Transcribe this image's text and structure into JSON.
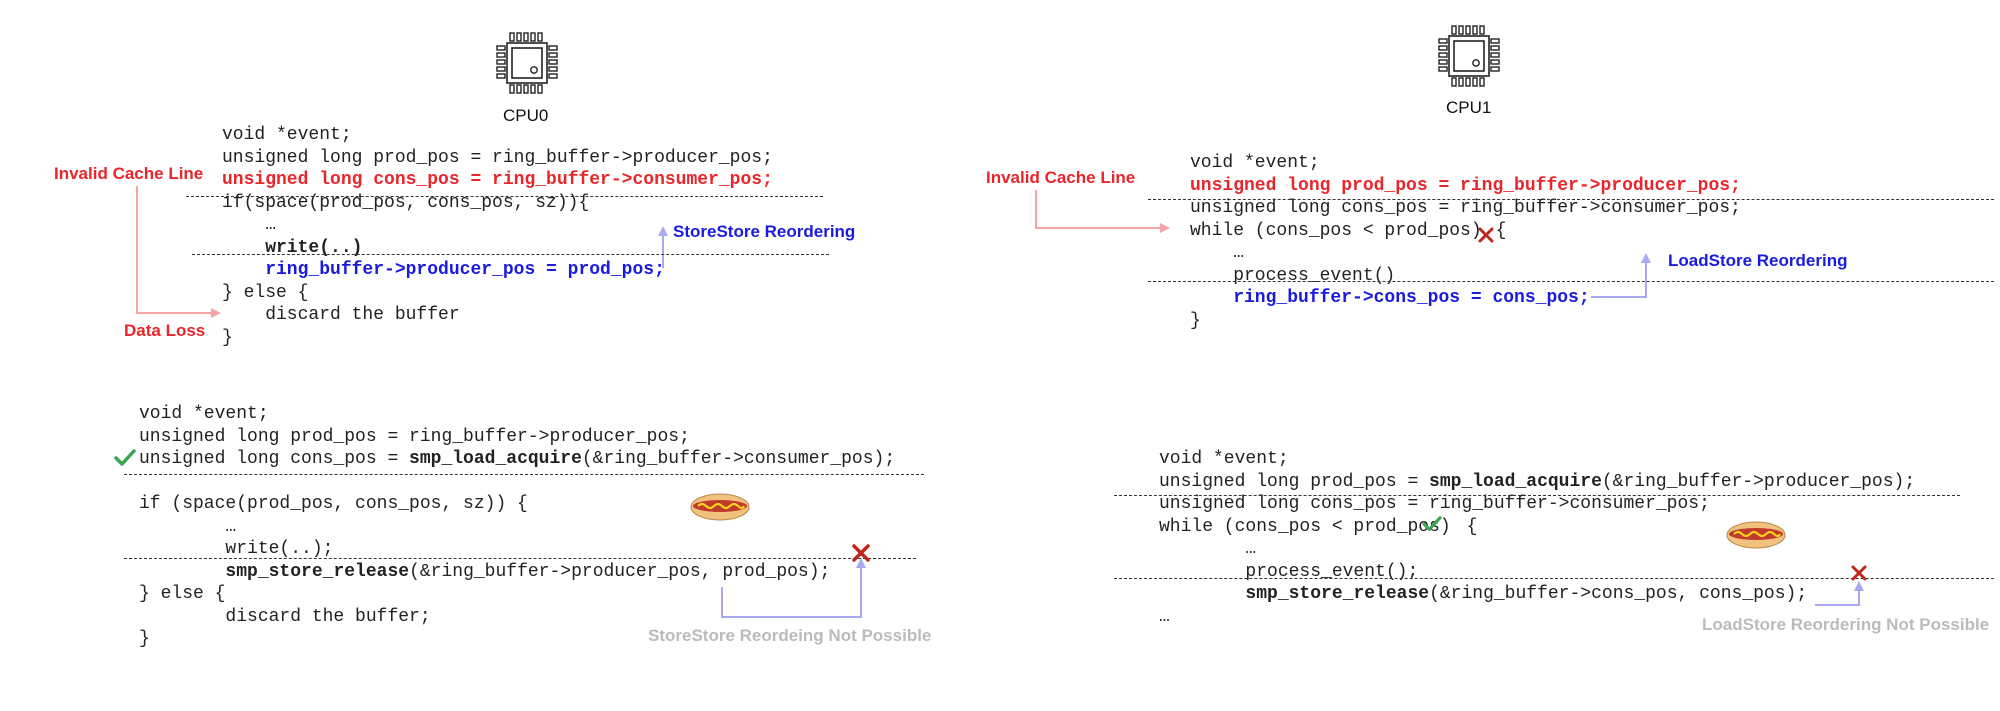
{
  "colors": {
    "red": "#e8262b",
    "blue": "#1a1ae0",
    "gray": "#bbbbbb",
    "pink_arrow": "#f5a5a5",
    "blue_arrow": "#a9a9f0",
    "green_check": "#3aa655",
    "chip": "#222222"
  },
  "cpu0": {
    "label": "CPU0",
    "code": {
      "l1": "void *event;",
      "l2": "unsigned long prod_pos = ring_buffer->producer_pos;",
      "l3": "unsigned long cons_pos = ring_buffer->consumer_pos;",
      "l4": "if(space(prod_pos, cons_pos, sz)){",
      "l5": "    …",
      "l6": "    write(..)",
      "l7": "    ring_buffer->producer_pos = prod_pos;",
      "l8": "} else {",
      "l9": "    discard the buffer",
      "l10": "}"
    },
    "labels": {
      "invalid": "Invalid Cache Line",
      "data_loss": "Data Loss",
      "reordering": "StoreStore Reordering"
    }
  },
  "cpu1": {
    "label": "CPU1",
    "code": {
      "l1": "void *event;",
      "l2": "unsigned long prod_pos = ring_buffer->producer_pos;",
      "l3": "unsigned long cons_pos = ring_buffer->consumer_pos;",
      "l4a": "while (cons_pos < prod_pos)",
      "l4b": "{",
      "l5": "    …",
      "l6": "    process_event()",
      "l7": "    ring_buffer->cons_pos = cons_pos;",
      "l8": "}"
    },
    "labels": {
      "invalid": "Invalid Cache Line",
      "reordering": "LoadStore Reordering"
    }
  },
  "fixed0": {
    "code": {
      "l1": "void *event;",
      "l2": "unsigned long prod_pos = ring_buffer->producer_pos;",
      "l3_pre": "unsigned long cons_pos = ",
      "l3_fn": "smp_load_acquire",
      "l3_post": "(&ring_buffer->consumer_pos);",
      "l4": "if (space(prod_pos, cons_pos, sz)) {",
      "l5": "        …",
      "l6": "        write(..);",
      "l7_pre": "        ",
      "l7_fn": "smp_store_release",
      "l7_post": "(&ring_buffer->producer_pos, prod_pos);",
      "l8": "} else {",
      "l9": "        discard the buffer;",
      "l10": "}"
    },
    "labels": {
      "not_possible": "StoreStore Reordeing Not Possible"
    }
  },
  "fixed1": {
    "code": {
      "l1": "void *event;",
      "l2_pre": "unsigned long prod_pos = ",
      "l2_fn": "smp_load_acquire",
      "l2_post": "(&ring_buffer->producer_pos);",
      "l3": "unsigned long cons_pos = ring_buffer->consumer_pos;",
      "l4a": "while (cons_pos < prod_pos)",
      "l4b": "{",
      "l5": "        …",
      "l6": "        process_event();",
      "l7_pre": "        ",
      "l7_fn": "smp_store_release",
      "l7_post": "(&ring_buffer->cons_pos, cons_pos);",
      "l8": "…"
    },
    "labels": {
      "not_possible": "LoadStore Reordering  Not Possible"
    }
  },
  "icons": {
    "chip": "cpu-chip-icon",
    "check": "check-mark-icon",
    "cross": "cross-mark-icon",
    "hotdog": "hotdog-icon"
  }
}
